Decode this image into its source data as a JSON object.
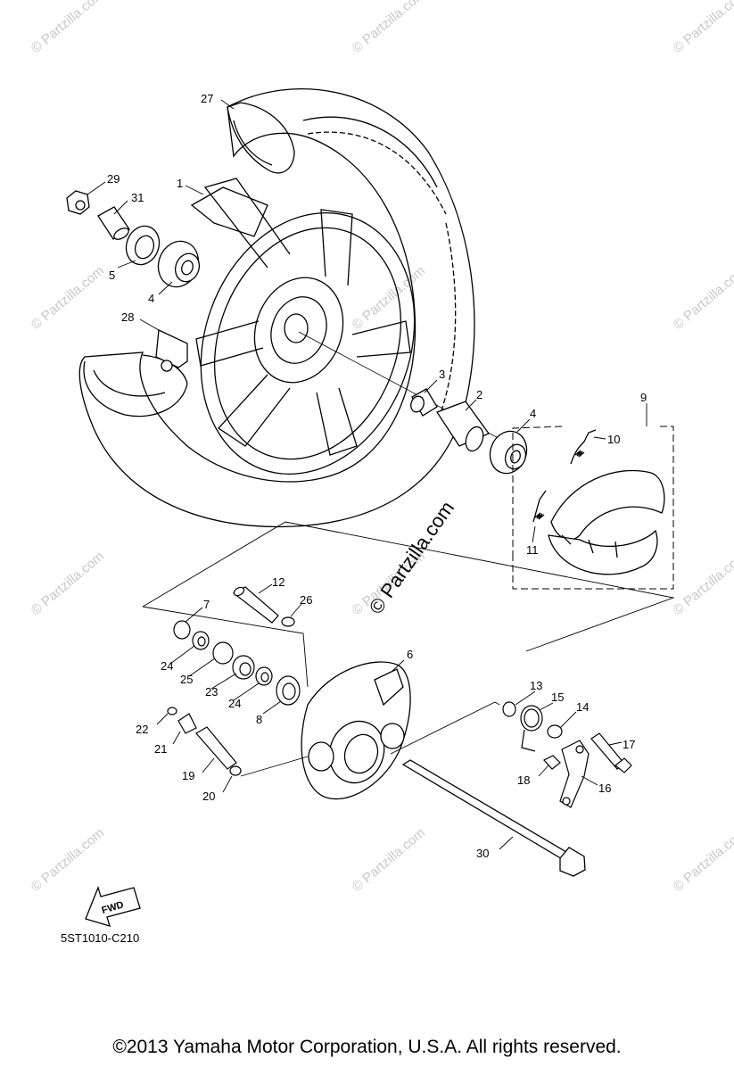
{
  "diagram": {
    "part_numbers": [
      "1",
      "2",
      "3",
      "4",
      "4",
      "5",
      "6",
      "7",
      "8",
      "9",
      "10",
      "11",
      "12",
      "13",
      "14",
      "15",
      "16",
      "17",
      "18",
      "19",
      "20",
      "21",
      "22",
      "23",
      "24",
      "24",
      "25",
      "26",
      "27",
      "28",
      "29",
      "30",
      "31"
    ],
    "watermark": "© Partzilla.com",
    "brand_watermark": "© Partzilla.com",
    "direction_label": "FWD",
    "drawing_code": "5ST1010-C210"
  },
  "footer": {
    "copyright": "©2013 Yamaha Motor Corporation, U.S.A. All rights reserved."
  }
}
